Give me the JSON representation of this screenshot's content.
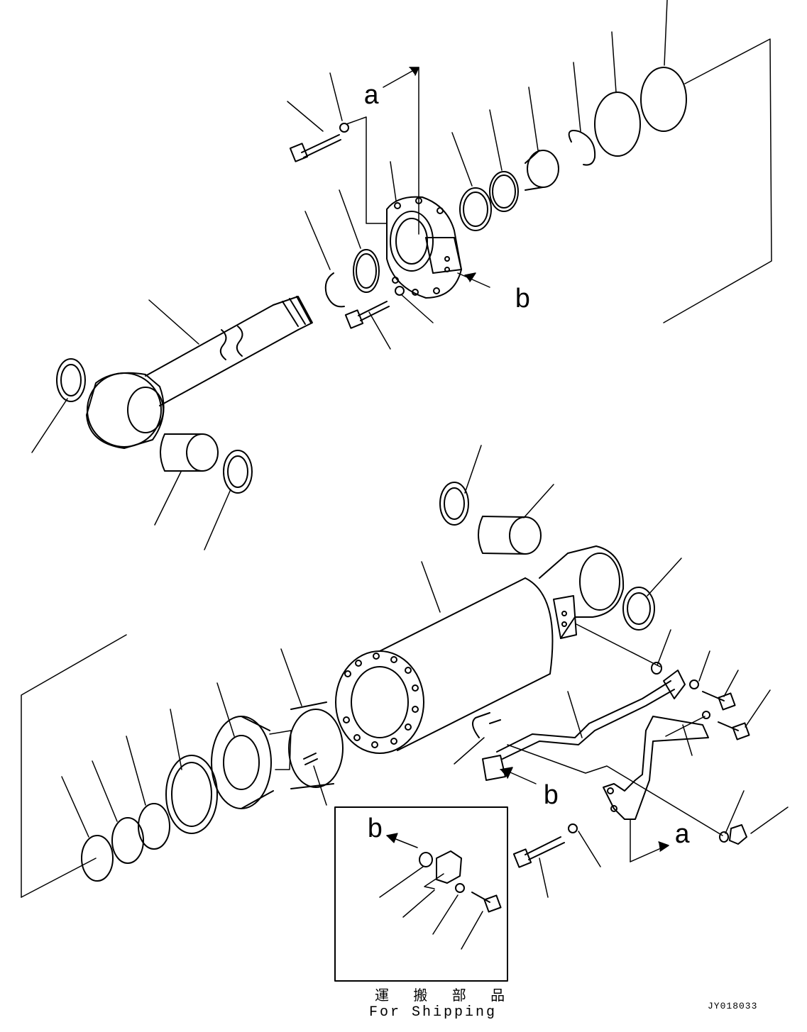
{
  "callouts": {
    "a_top": "a",
    "b_top": "b",
    "b_mid": "b",
    "a_bottom": "a",
    "b_inset": "b"
  },
  "shipping": {
    "label_jp": "運 搬 部 品",
    "label_en": "For Shipping"
  },
  "drawing_code": "JY018033",
  "colors": {
    "ink": "#000000",
    "paper": "#ffffff"
  }
}
